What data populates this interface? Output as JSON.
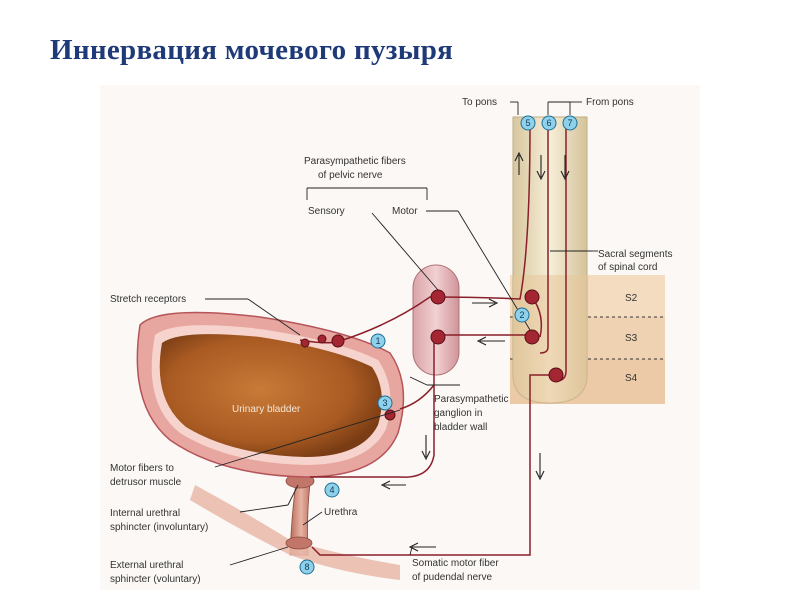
{
  "slide": {
    "title": "Иннервация мочевого пузыря"
  },
  "diagram": {
    "labels": {
      "to_pons": "To pons",
      "from_pons": "From pons",
      "para_fibers_line1": "Parasympathetic fibers",
      "para_fibers_line2": "of pelvic nerve",
      "sensory": "Sensory",
      "motor": "Motor",
      "sacral_line1": "Sacral segments",
      "sacral_line2": "of spinal cord",
      "s2": "S2",
      "s3": "S3",
      "s4": "S4",
      "stretch_receptors": "Stretch receptors",
      "urinary_bladder": "Urinary bladder",
      "ganglion_line1": "Parasympathetic",
      "ganglion_line2": "ganglion in",
      "ganglion_line3": "bladder wall",
      "motor_fibers_line1": "Motor fibers to",
      "motor_fibers_line2": "detrusor muscle",
      "internal_sph_line1": "Internal urethral",
      "internal_sph_line2": "sphincter (involuntary)",
      "urethra": "Urethra",
      "external_sph_line1": "External urethral",
      "external_sph_line2": "sphincter (voluntary)",
      "somatic_line1": "Somatic motor fiber",
      "somatic_line2": "of pudendal nerve"
    },
    "badges": [
      "1",
      "2",
      "3",
      "4",
      "5",
      "6",
      "7",
      "8"
    ],
    "colors": {
      "bladder_lumen": "#b5682a",
      "bladder_wall": "#e8a6a0",
      "nerve": "#8a1f2a",
      "neuron": "#a32632",
      "spinal_cord": "#efe3c4",
      "badge_fill": "#8fd0ea",
      "title": "#1f3a78"
    }
  }
}
